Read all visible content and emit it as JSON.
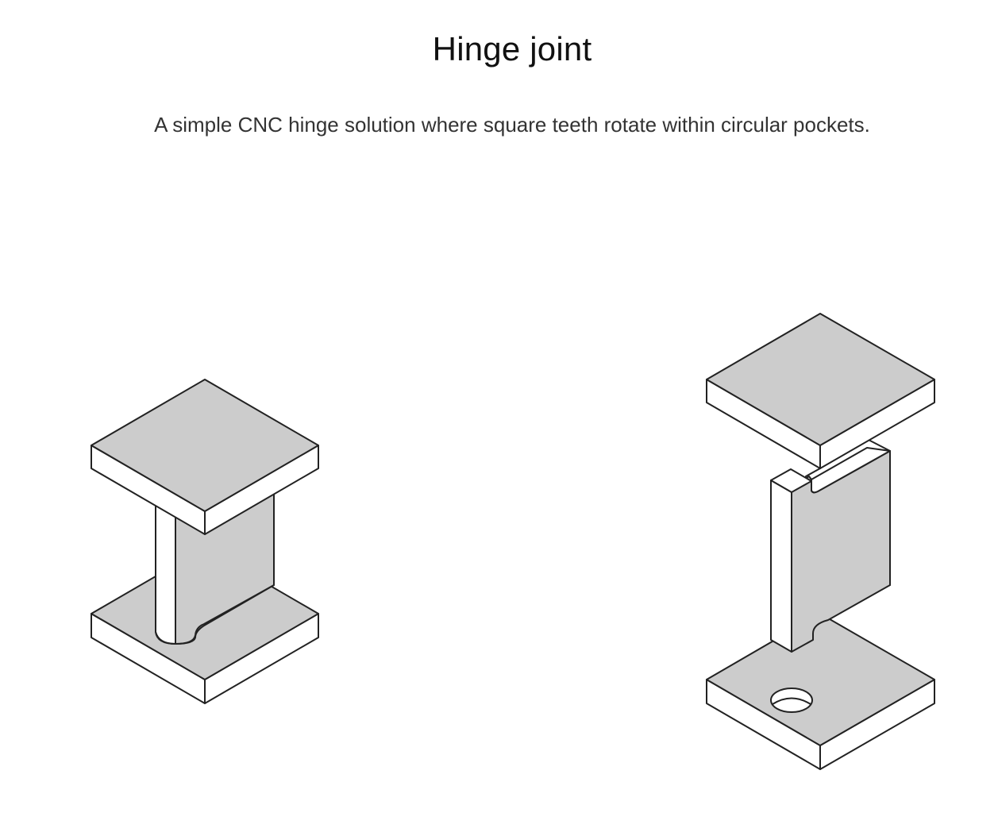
{
  "header": {
    "title": "Hinge joint",
    "description": "A simple CNC hinge solution where square teeth rotate within circular pockets."
  },
  "figures": [
    {
      "name": "assembled-hinge",
      "description": "Isometric view of assembled hinge: two square plates connected by a vertical leaf with a cylindrical pin seated in a circular pocket"
    },
    {
      "name": "exploded-hinge",
      "description": "Isometric exploded view: top plate separated, vertical leaf with square tooth, bottom plate with circular pocket"
    }
  ],
  "colors": {
    "face_fill": "#cccccc",
    "side_fill": "#ffffff",
    "outline": "#222222",
    "title": "#111111",
    "description": "#333333"
  }
}
